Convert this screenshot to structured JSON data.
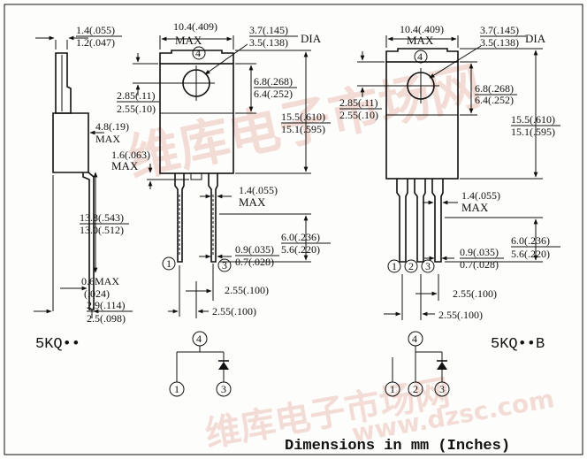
{
  "figure_label": "Dimensions in mm (Inches)",
  "packages": {
    "left_part": "5KQ••",
    "right_part": "5KQ••B"
  },
  "dims": {
    "tab_thk": [
      "1.4(.055)",
      "1.2(.047)"
    ],
    "width": [
      "10.4(.409)",
      "MAX"
    ],
    "hole": [
      "3.7(.145)",
      "3.5(.138)",
      "DIA"
    ],
    "body_thk": [
      "4.8(.19)",
      "MAX"
    ],
    "tab_h": [
      "6.8(.268)",
      "6.4(.252)"
    ],
    "hole_ofs": [
      "2.85(.11)",
      "2.55(.10)"
    ],
    "body_h": [
      "15.5(.610)",
      "15.1(.595)"
    ],
    "shoulder": [
      "1.6(.063)",
      "MAX"
    ],
    "lead_w": [
      "1.4(.055)",
      "MAX"
    ],
    "lead_len": [
      "13.8(.543)",
      "13.0(.512)"
    ],
    "to_shoulder": [
      "6.0(.236)",
      "5.6(.220)"
    ],
    "lead_thk": [
      "0.9(.035)",
      "0.7(.028)"
    ],
    "bot": [
      "0.6MAX",
      "(.024)"
    ],
    "bend": [
      "2.9(.114)",
      "2.5(.098)"
    ],
    "pitch": "2.55(.100)"
  },
  "pins": {
    "p1": "1",
    "p2": "2",
    "p3": "3",
    "p4": "4"
  },
  "watermark": {
    "text_a": "维库电子市场网",
    "text_b": "www.dzsc.com"
  }
}
